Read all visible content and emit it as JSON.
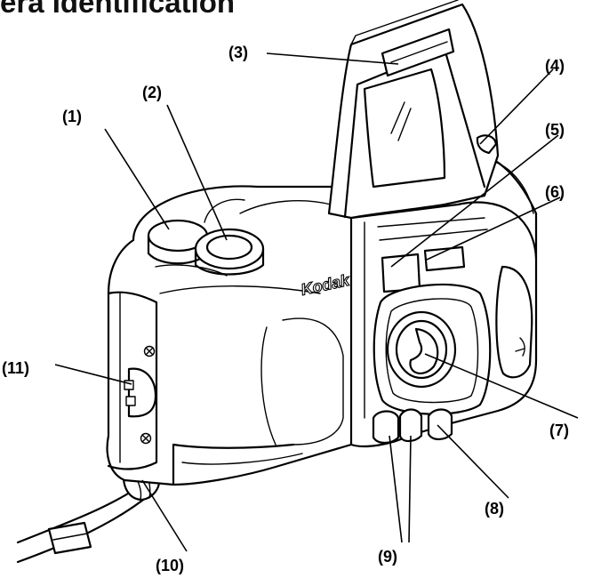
{
  "title": "era Identification",
  "brand_logo": "Kodak",
  "callouts": [
    {
      "id": "1",
      "label": "(1)"
    },
    {
      "id": "2",
      "label": "(2)"
    },
    {
      "id": "3",
      "label": "(3)"
    },
    {
      "id": "4",
      "label": "(4)"
    },
    {
      "id": "5",
      "label": "(5)"
    },
    {
      "id": "6",
      "label": "(6)"
    },
    {
      "id": "7",
      "label": "(7)"
    },
    {
      "id": "8",
      "label": "(8)"
    },
    {
      "id": "9",
      "label": "(9)"
    },
    {
      "id": "10",
      "label": "(10)"
    },
    {
      "id": "11",
      "label": "(11)"
    }
  ],
  "colors": {
    "line": "#000000",
    "background": "#ffffff"
  }
}
